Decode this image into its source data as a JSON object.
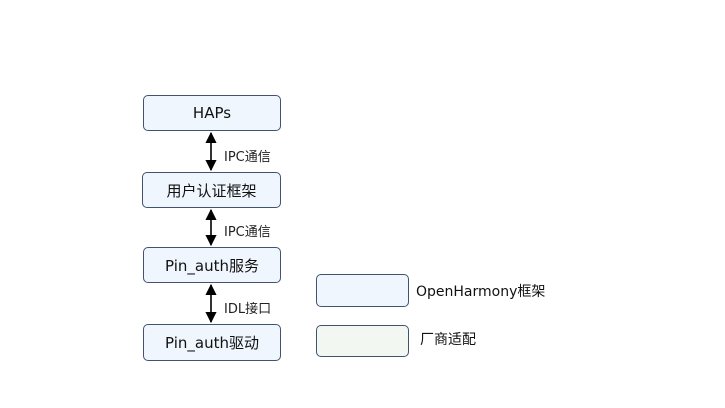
{
  "layers": [
    {
      "label": "HAPs",
      "kind": "framework"
    },
    {
      "label": "用户认证框架",
      "kind": "framework"
    },
    {
      "label": "Pin_auth服务",
      "kind": "framework"
    },
    {
      "label": "Pin_auth驱动",
      "kind": "vendor"
    }
  ],
  "connections": [
    {
      "label": "IPC通信"
    },
    {
      "label": "IPC通信"
    },
    {
      "label": "IDL接口"
    }
  ],
  "legend": [
    {
      "label": "OpenHarmony框架",
      "color": "#f0f6fd"
    },
    {
      "label": "厂商适配",
      "color": "#f2f8f1"
    }
  ],
  "colors": {
    "border": "#41536f",
    "framework_fill": "#f0f6fd",
    "vendor_fill": "#f2f8f1",
    "arrow": "#000000"
  }
}
